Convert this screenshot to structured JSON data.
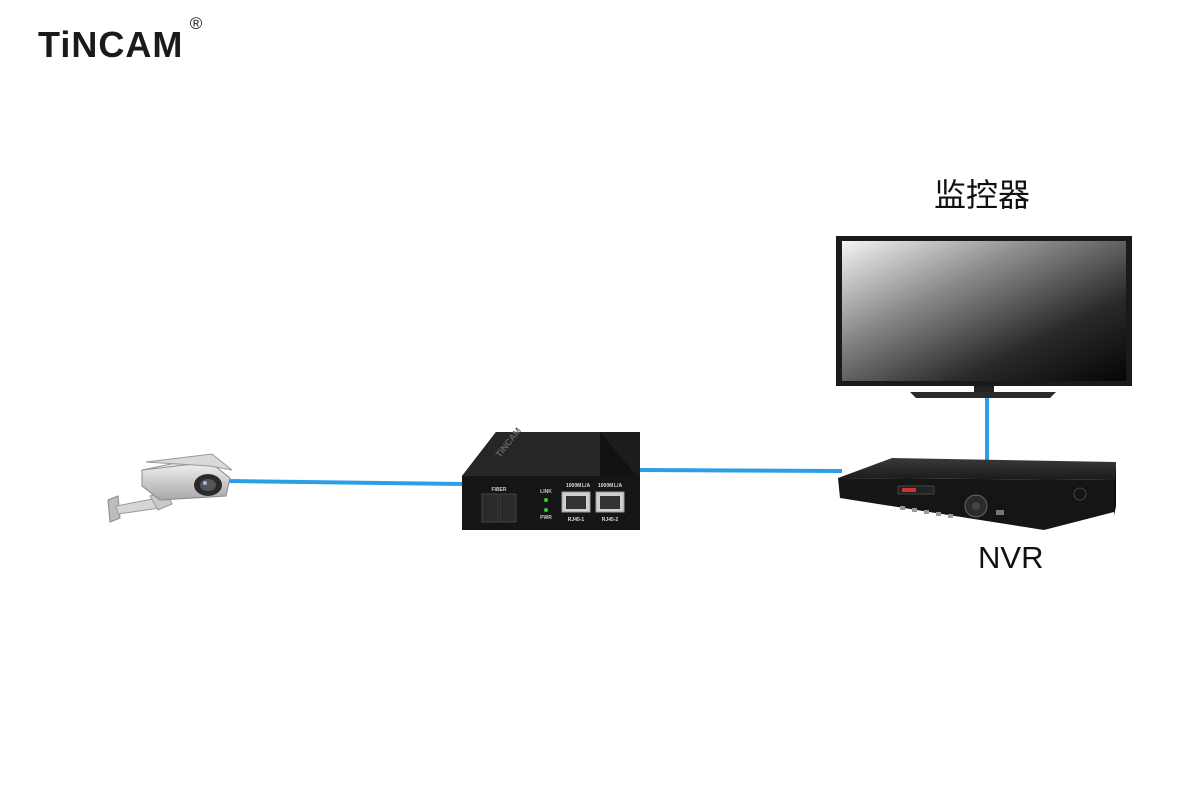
{
  "brand": {
    "name": "TiNCAM",
    "registered_mark": "®"
  },
  "labels": {
    "monitor": "监控器",
    "nvr": "NVR"
  },
  "converter": {
    "brand_text": "TiNCAM",
    "fiber_label": "FIBER",
    "link_label": "LINK",
    "pwr_label": "PWR",
    "port1_speed": "1000M",
    "port1_la": "L/A",
    "port2_speed": "1000M",
    "port2_la": "L/A",
    "port1_name": "RJ45-1",
    "port2_name": "RJ45-2"
  },
  "colors": {
    "cable": "#2a9fe6",
    "device_dark": "#1a1a1a",
    "background": "#ffffff"
  },
  "icons": [
    "camera-icon",
    "media-converter-icon",
    "monitor-icon",
    "nvr-icon"
  ]
}
